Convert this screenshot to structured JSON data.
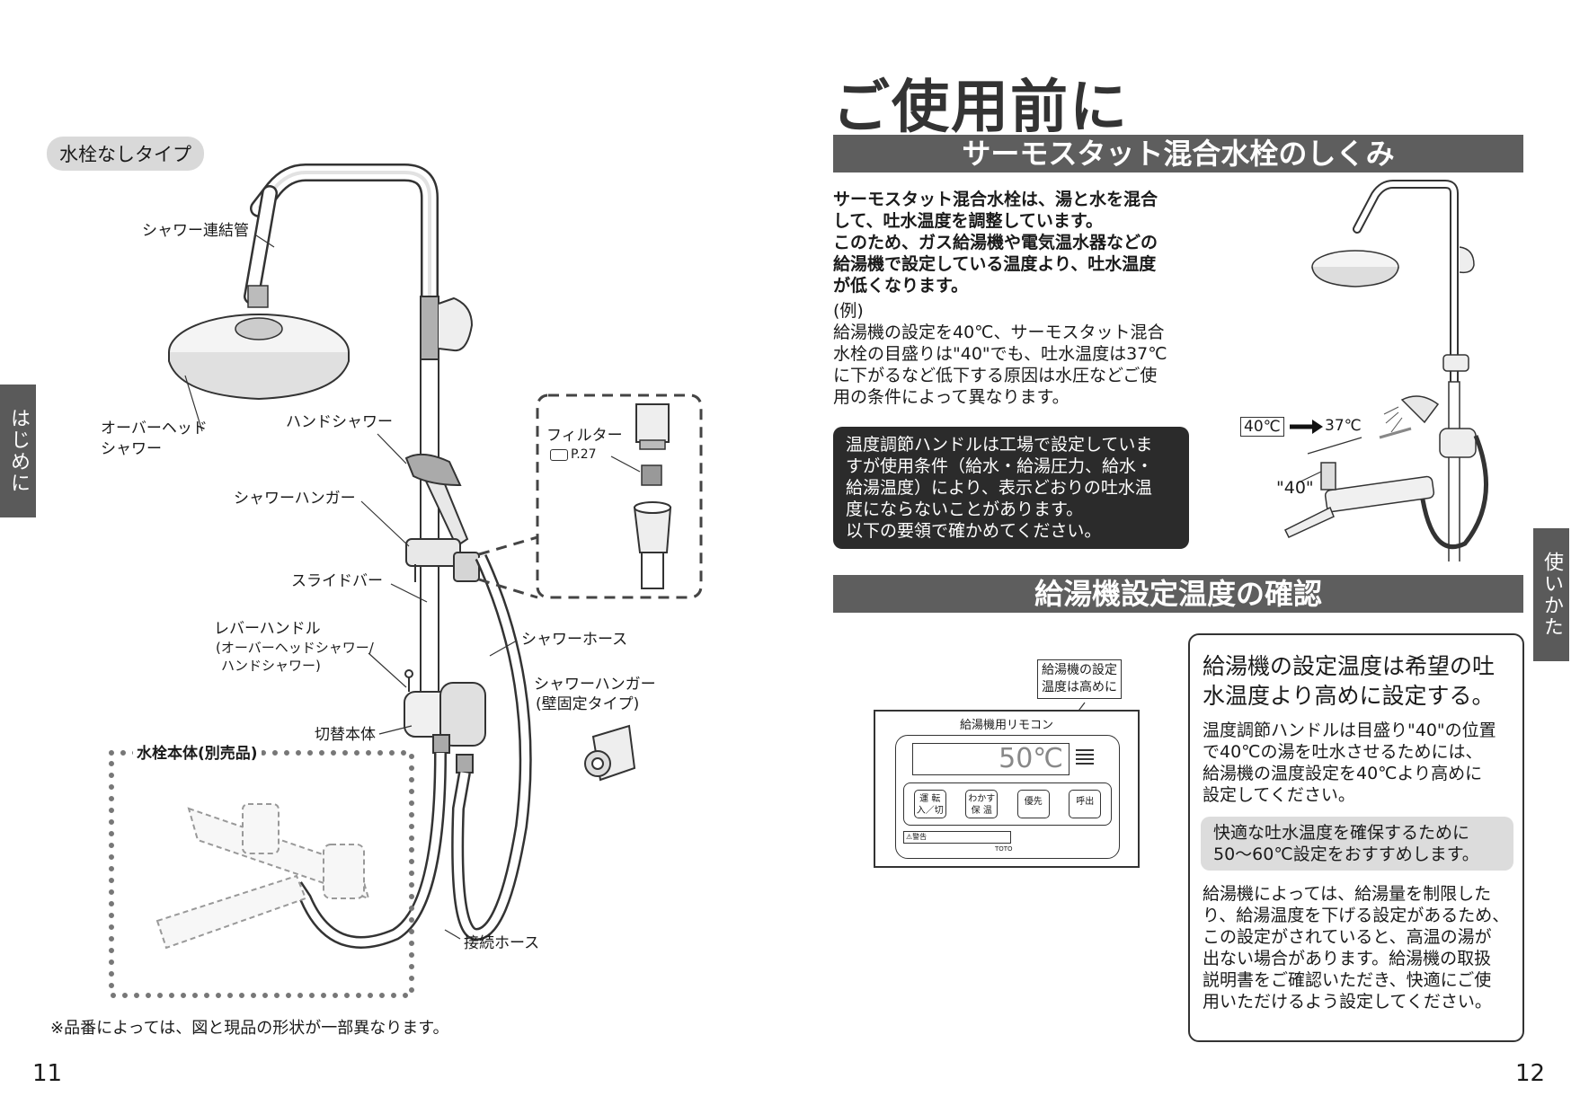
{
  "left": {
    "type_label": "水栓なしタイプ",
    "labels": {
      "shower_pipe": "シャワー連結管",
      "overhead_1": "オーバーヘッド",
      "overhead_2": "シャワー",
      "hand_shower": "ハンドシャワー",
      "shower_hanger": "シャワーハンガー",
      "slide_bar": "スライドバー",
      "lever_1": "レバーハンドル",
      "lever_2": "(オーバーヘッドシャワー/",
      "lever_3": "ハンドシャワー)",
      "switch_body": "切替本体",
      "faucet_body": "水栓本体(別売品)",
      "shower_hose": "シャワーホース",
      "wall_hanger_1": "シャワーハンガー",
      "wall_hanger_2": "(壁固定タイプ)",
      "connect_hose": "接続ホース",
      "filter": "フィルター",
      "filter_ref": "P.27"
    },
    "footnote": "※品番によっては、図と現品の形状が一部異なります。",
    "page_number": "11",
    "side_tab": "はじめに"
  },
  "right": {
    "title": "ご使用前に",
    "section1_bar": "サーモスタット混合水栓のしくみ",
    "bold_lines": [
      "サーモスタット混合水栓は、湯と水を混合",
      "して、吐水温度を調整しています。",
      "このため、ガス給湯機や電気温水器などの",
      "給湯機で設定している温度より、吐水温度",
      "が低くなります。"
    ],
    "example_label": "(例)",
    "example_lines": [
      "給湯機の設定を40℃、サーモスタット混合",
      "水栓の目盛りは\"40\"でも、吐水温度は37℃",
      "に下がるなど低下する原因は水圧などご使",
      "用の条件によって異なります。"
    ],
    "dark_box_lines": [
      "温度調節ハンドルは工場で設定していま",
      "すが使用条件（給水・給湯圧力、給水・",
      "給湯温度）により、表示どおりの吐水温",
      "度にならないことがあります。",
      "以下の要領で確かめてください。"
    ],
    "diagram_labels": {
      "temp_set": "40℃",
      "temp_out": "37℃",
      "dial": "\"40\""
    },
    "section2_bar": "給湯機設定温度の確認",
    "remote": {
      "callout_1": "給湯機の設定",
      "callout_2": "温度は高めに",
      "title": "給湯機用リモコン",
      "display": "50℃",
      "buttons": [
        {
          "line1": "運 転",
          "line2": "入／切"
        },
        {
          "line1": "わかす",
          "line2": "保 温"
        },
        {
          "line1": "優先",
          "line2": ""
        },
        {
          "line1": "呼出",
          "line2": ""
        }
      ],
      "warning": "警告",
      "brand": "TOTO"
    },
    "box": {
      "heading_lines": [
        "給湯機の設定温度は希望の吐",
        "水温度より高めに設定する。"
      ],
      "para1_lines": [
        "温度調節ハンドルは目盛り\"40\"の位置",
        "で40℃の湯を吐水させるためには、",
        "給湯機の温度設定を40℃より高めに",
        "設定してください。"
      ],
      "highlight_lines": [
        "快適な吐水温度を確保するために",
        "50～60℃設定をおすすめします。"
      ],
      "para2_lines": [
        "給湯機によっては、給湯量を制限した",
        "り、給湯温度を下げる設定があるため、",
        "この設定がされていると、高温の湯が",
        "出ない場合があります。給湯機の取扱",
        "説明書をご確認いただき、快適にご使",
        "用いただけるよう設定してください。"
      ]
    },
    "page_number": "12",
    "side_tab": "使いかた"
  }
}
